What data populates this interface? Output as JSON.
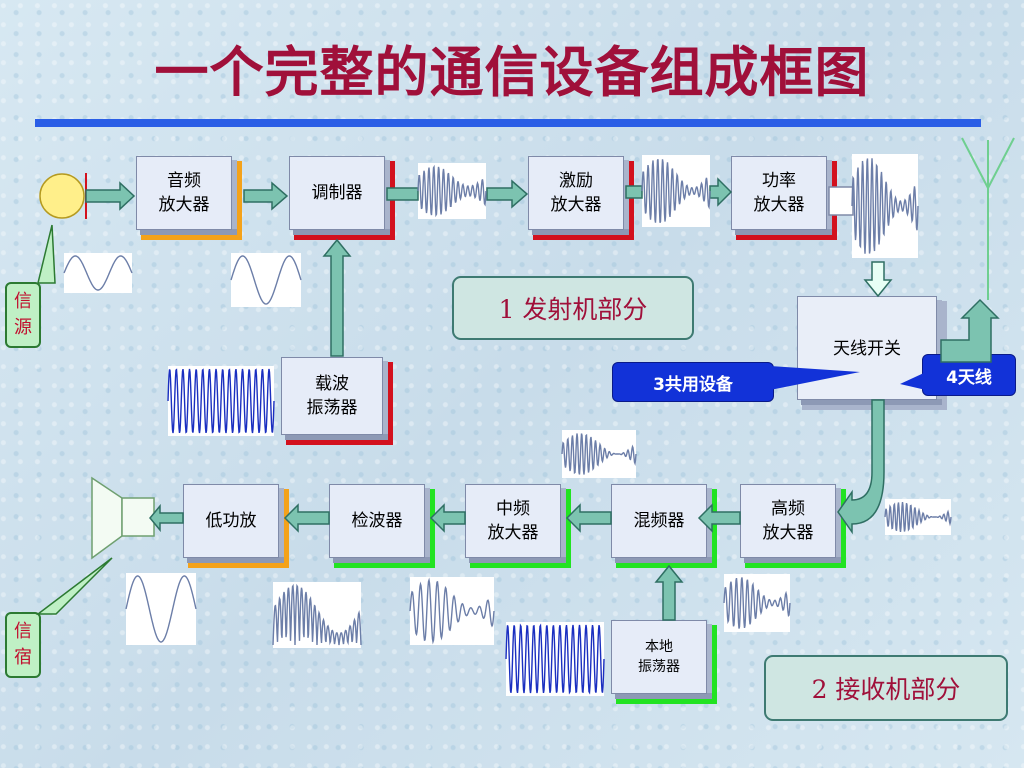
{
  "title": "一个完整的通信设备组成框图",
  "transmitter": {
    "label": "1  发射机部分",
    "audio_amp": "音频\n放大器",
    "modulator": "调制器",
    "driver_amp": "激励\n放大器",
    "power_amp": "功率\n放大器",
    "carrier_osc": "载波\n振荡器"
  },
  "receiver": {
    "label": "2  接收机部分",
    "rf_amp": "高频\n放大器",
    "mixer": "混频器",
    "if_amp": "中频\n放大器",
    "detector": "检波器",
    "low_power_amp": "低功放",
    "local_osc": "本地\n振荡器"
  },
  "shared": {
    "antenna_switch": "天线开关",
    "common_label": "3共用设备",
    "antenna_label": "4天线"
  },
  "source": "信\n源",
  "sink": "信\n宿",
  "colors": {
    "title": "#a0103a",
    "rule": "#2a5ee6",
    "arrow_fill": "#7cc3b0",
    "arrow_stroke": "#2f6f63",
    "orange": "#f4a21a",
    "red": "#d3111e",
    "green": "#22e322",
    "pill": "#1232d8"
  },
  "icons": {
    "microphone": "microphone-icon",
    "speaker": "speaker-icon",
    "antenna": "antenna-icon"
  }
}
